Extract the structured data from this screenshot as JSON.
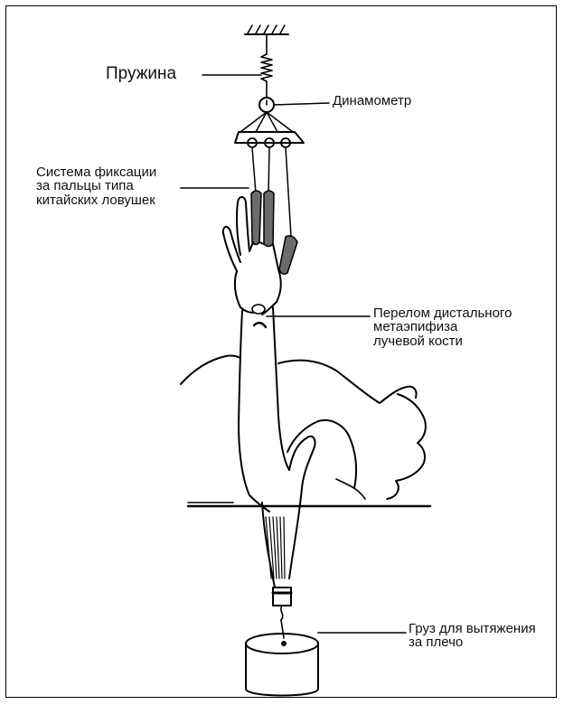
{
  "labels": {
    "spring": "Пружина",
    "dynamometer": "Динамометр",
    "fixation_system": "Система фиксации\nза пальцы типа\nкитайских ловушек",
    "fracture": "Перелом дистального\nметаэпифиза\nлучевой кости",
    "weight": "Груз для вытяжения\nза плечо"
  },
  "colors": {
    "line": "#000000",
    "background": "#ffffff",
    "trap_shading": "#6b6b6b"
  }
}
